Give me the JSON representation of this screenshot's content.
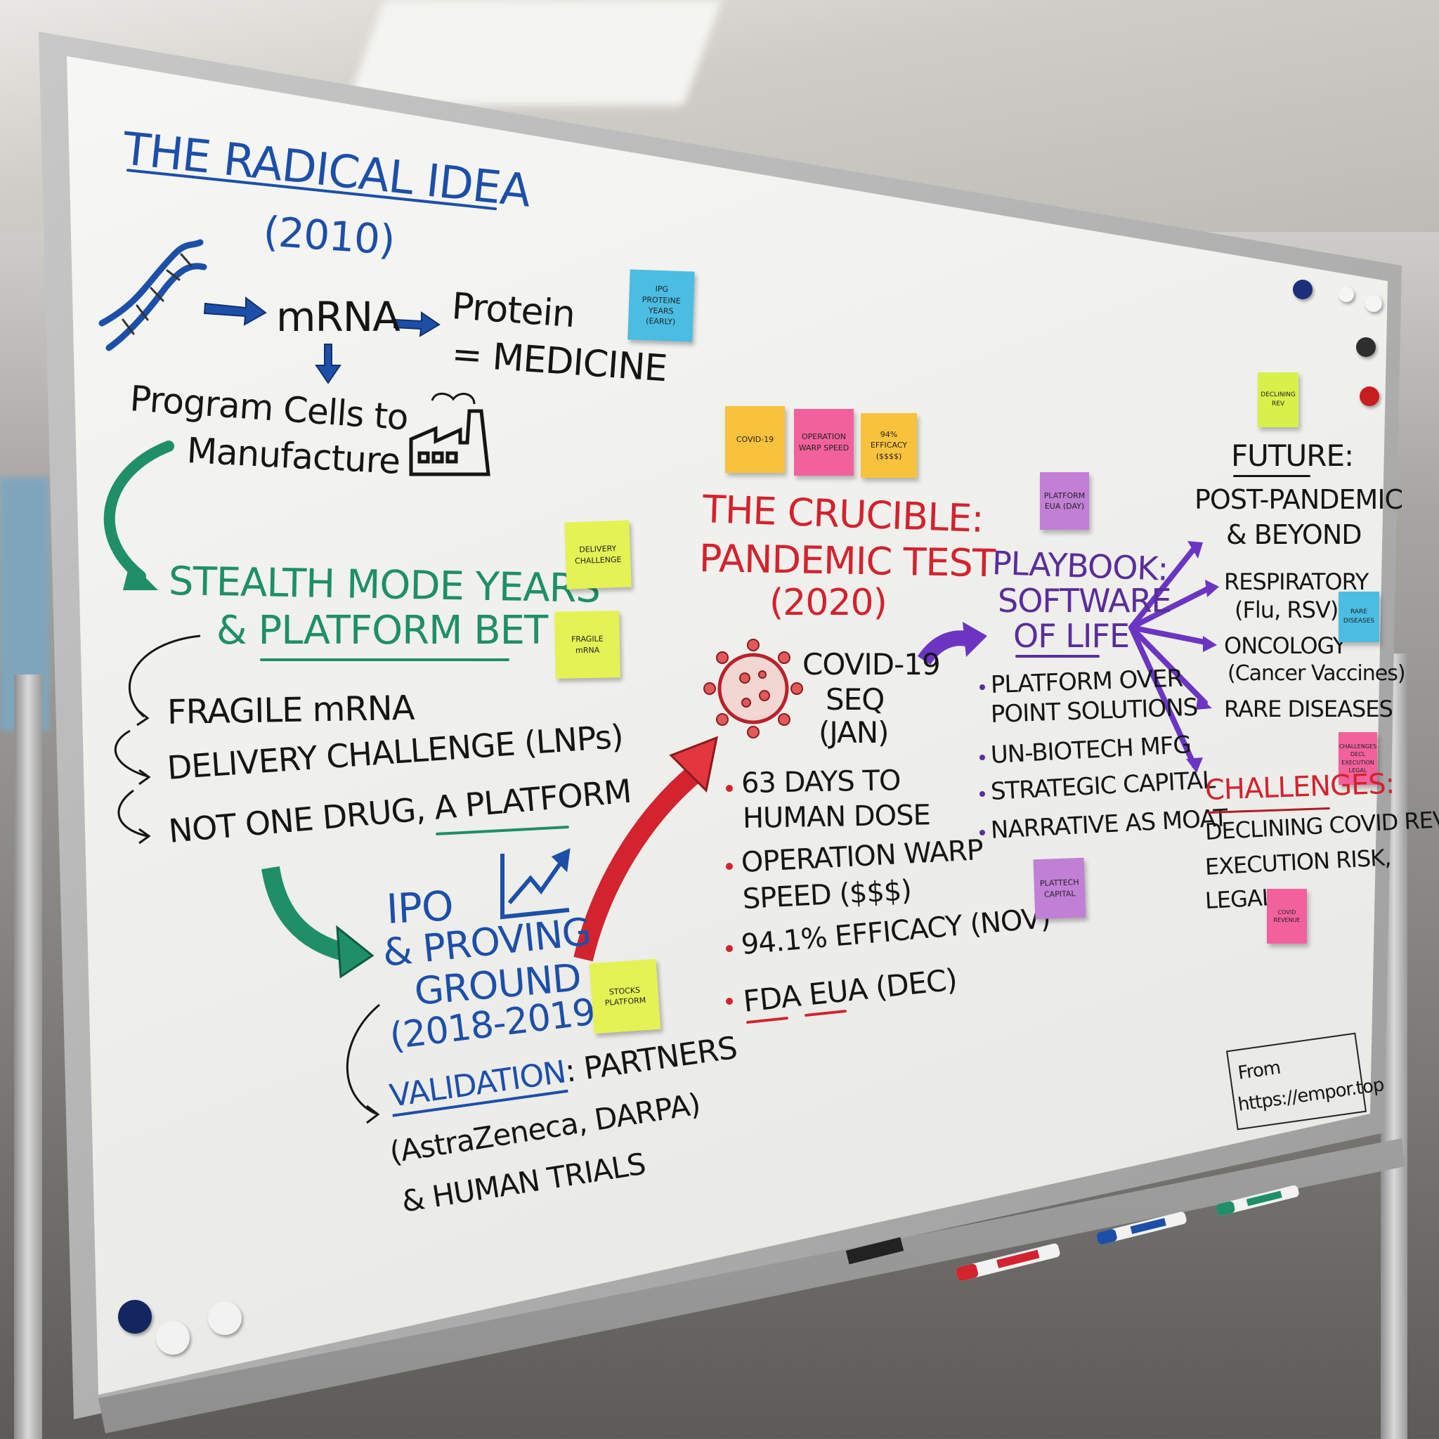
{
  "radical_idea": {
    "title": "THE RADICAL IDEA",
    "year": "(2010)",
    "mrna": "mRNA",
    "protein": "Protein",
    "medicine": "= MEDICINE",
    "program_line1": "Program Cells to",
    "program_line2": "Manufacture",
    "sticky": [
      "IPG",
      "PROTEINE",
      "YEARS",
      "(EARLY)"
    ]
  },
  "stealth": {
    "title_line1": "STEALTH MODE YEARS",
    "title_line2": "& PLATFORM BET",
    "items": [
      "FRAGILE mRNA",
      "DELIVERY CHALLENGE (LNPs)",
      "NOT ONE DRUG, A PLATFORM"
    ],
    "sticky_delivery": [
      "DELIVERY",
      "CHALLENGE"
    ],
    "sticky_fragile": [
      "FRAGILE",
      "mRNA"
    ]
  },
  "ipo": {
    "title_line1": "IPO",
    "title_line2": "& PROVING",
    "title_line3": "GROUND",
    "years": "(2018-2019)",
    "validation_label": "VALIDATION",
    "validation_rest": ": PARTNERS",
    "partners": "(AstraZeneca, DARPA)",
    "trials": "& HUMAN TRIALS",
    "sticky": [
      "STOCKS",
      "PLATFORM"
    ]
  },
  "crucible": {
    "title_line1": "THE CRUCIBLE:",
    "title_line2": "PANDEMIC TEST",
    "year": "(2020)",
    "covid_line1": "COVID-19",
    "covid_line2": "SEQ",
    "covid_line3": "(JAN)",
    "bullets": [
      [
        "63 DAYS TO",
        "HUMAN DOSE"
      ],
      [
        "OPERATION WARP",
        "SPEED ($$$)"
      ],
      [
        "94.1% EFFICACY (NOV)"
      ],
      [
        "FDA EUA (DEC)"
      ]
    ],
    "stickies": [
      {
        "lines": [
          "COVID-19"
        ],
        "color": "#f9c23c"
      },
      {
        "lines": [
          "OPERATION",
          "WARP SPEED"
        ],
        "color": "#f2619b"
      },
      {
        "lines": [
          "94%",
          "EFFICACY",
          "($$$$)"
        ],
        "color": "#f9c23c"
      }
    ]
  },
  "playbook": {
    "title_line1": "PLAYBOOK:",
    "title_line2": "SOFTWARE",
    "title_line3": "OF LIFE",
    "bullets": [
      [
        "PLATFORM OVER",
        "POINT SOLUTIONS"
      ],
      [
        "UN-BIOTECH MFG"
      ],
      [
        "STRATEGIC CAPITAL"
      ],
      [
        "NARRATIVE AS MOAT"
      ]
    ],
    "sticky_top": [
      "PLATFORM",
      "EUA (DAY)"
    ],
    "sticky_bottom": [
      "PLATTECH",
      "CAPITAL"
    ]
  },
  "future": {
    "title": "FUTURE:",
    "line2": "POST-PANDEMIC",
    "line3": "& BEYOND",
    "areas": [
      "RESPIRATORY",
      "(Flu, RSV)",
      "ONCOLOGY",
      "(Cancer Vaccines)",
      "RARE DISEASES"
    ],
    "sticky_top": [
      "DECLINING",
      "REV"
    ],
    "sticky_rare": [
      "RARE",
      "DISEASES"
    ]
  },
  "challenges": {
    "title": "CHALLENGES:",
    "lines": [
      "DECLINING COVID REV,",
      "EXECUTION RISK,",
      "LEGAL"
    ],
    "sticky_top": [
      "CHALLENGES",
      "DECL",
      "EXECUTION",
      "LEGAL"
    ],
    "sticky_bottom": [
      "COVID",
      "REVENUE"
    ]
  },
  "source": {
    "line1": "From",
    "line2": "https://empor.top"
  },
  "colors": {
    "blue": "#1c4fa8",
    "green": "#1e8f68",
    "red": "#d2232e",
    "purple": "#5a2d9a",
    "yellow_sticky": "#e4f254",
    "blue_sticky": "#4bbde3",
    "pink_sticky": "#f2619b",
    "purple_sticky": "#c27fd6"
  },
  "icons": [
    "dna-icon",
    "factory-icon",
    "trend-chart-icon",
    "virus-icon",
    "arrow-icons",
    "markers"
  ]
}
